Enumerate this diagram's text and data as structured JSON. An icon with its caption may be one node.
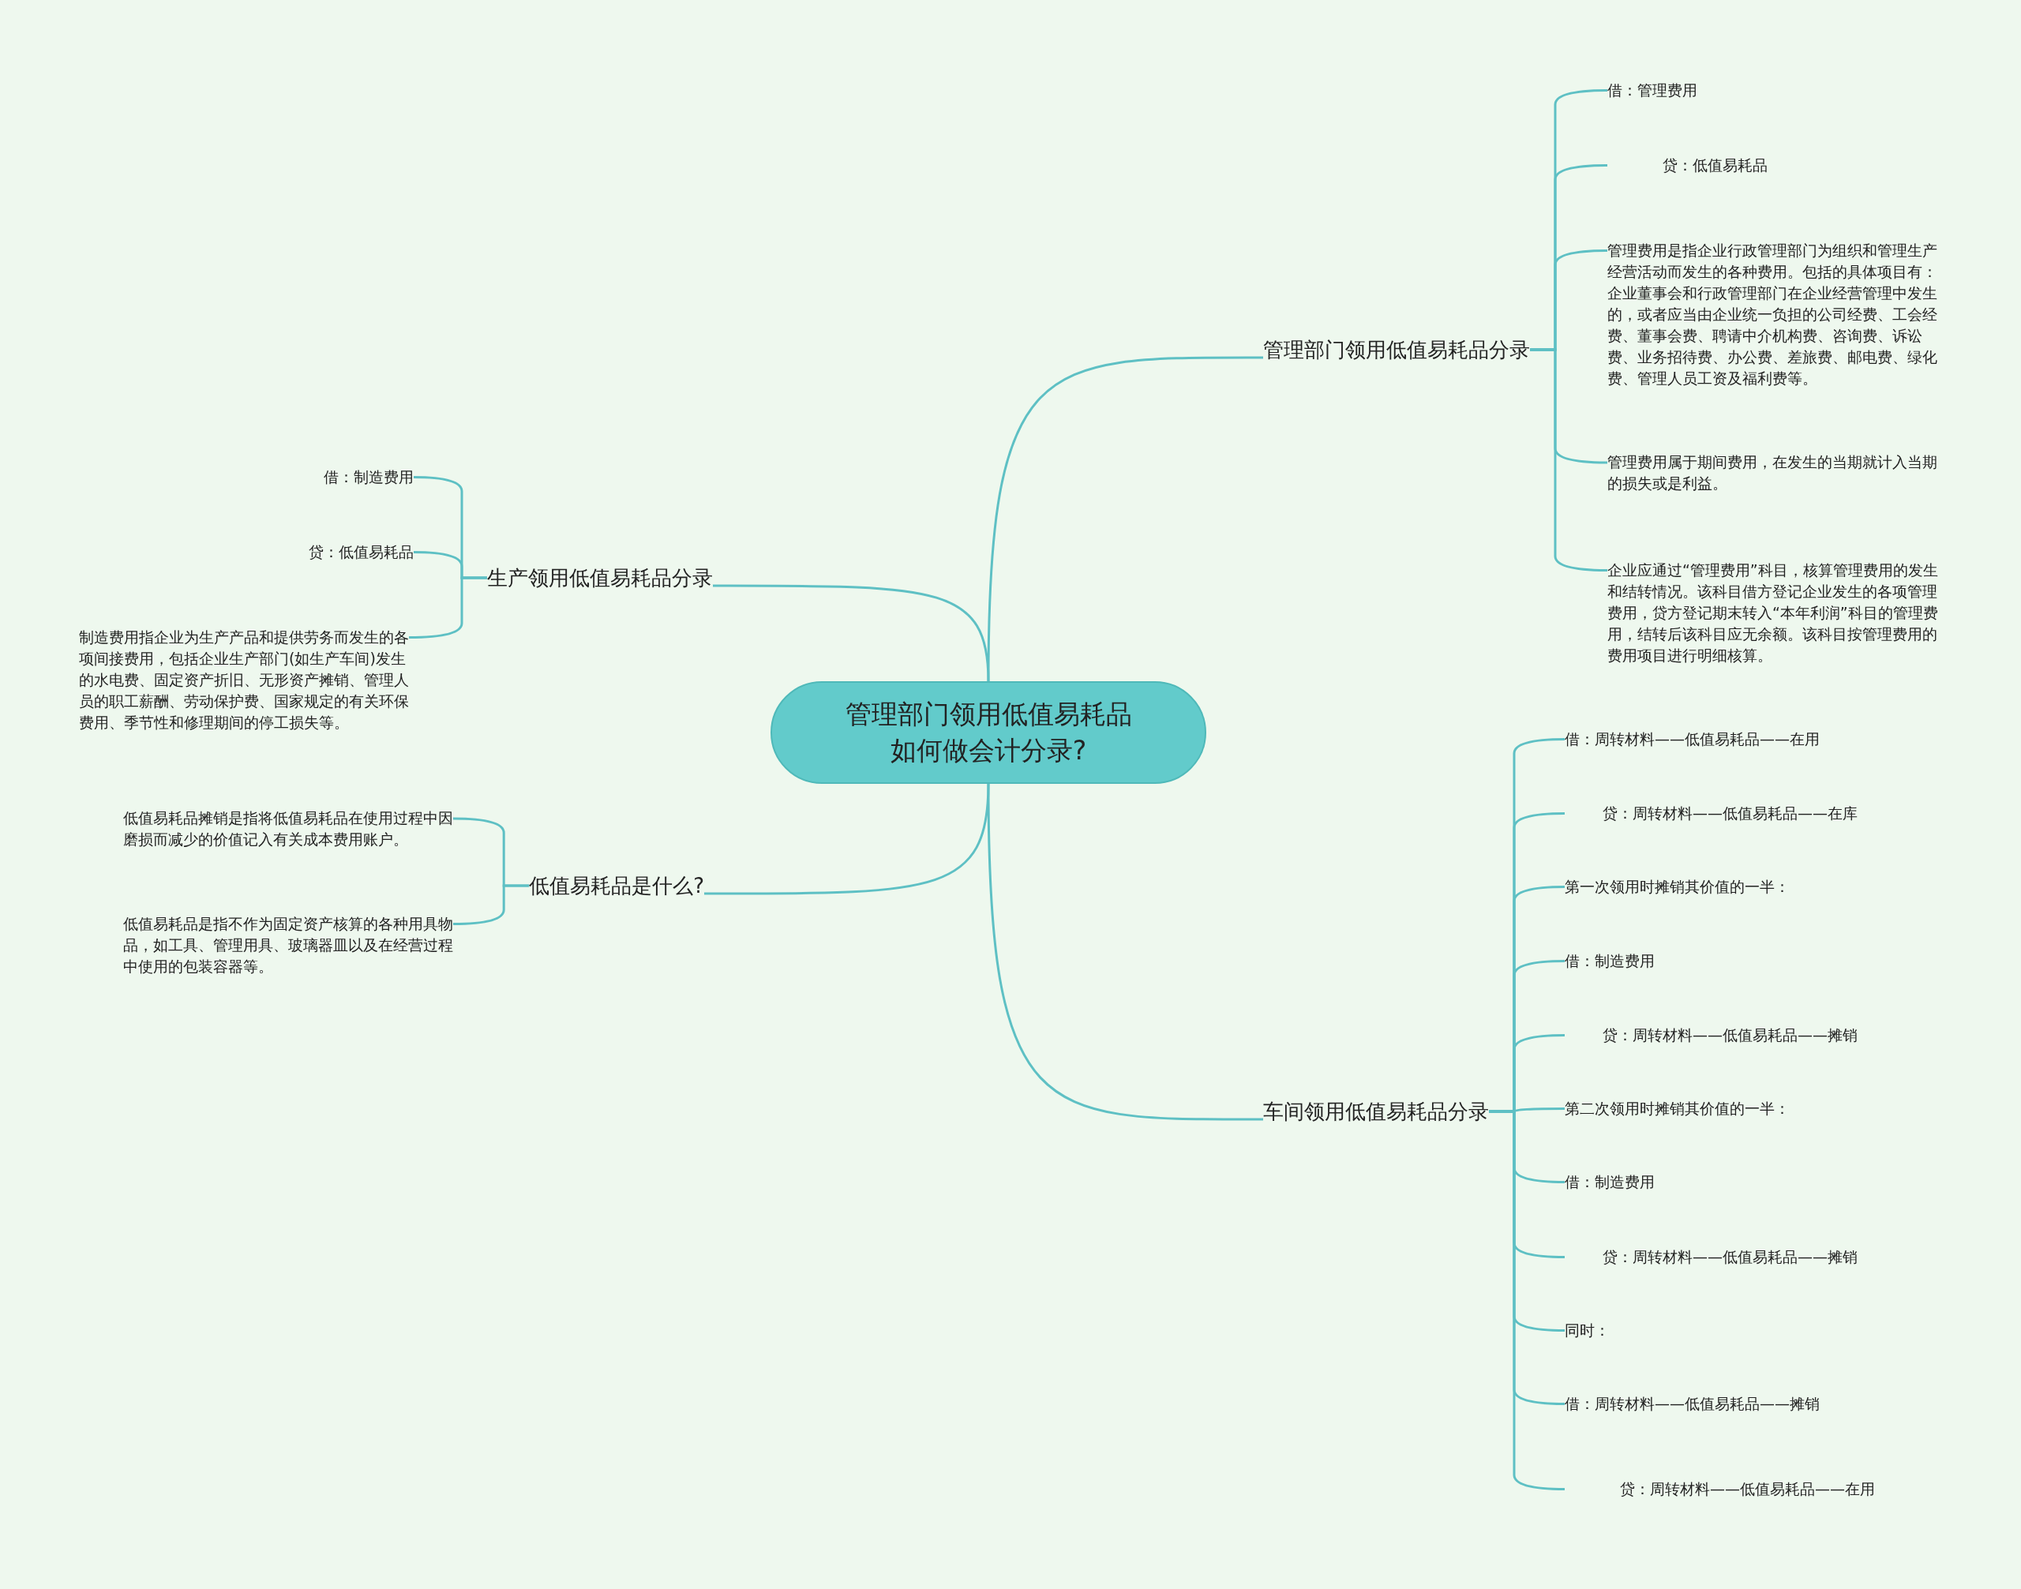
{
  "diagram": {
    "nodes": [
      {
        "text": [
          "管理部门领用低值易耗品如何做会计分录?"
        ]
      },
      {
        "text": [
          "管理部门领用低值易耗品分录"
        ]
      },
      {
        "text": [
          "借：管理费用"
        ]
      },
      {
        "text": [
          "贷：低值易耗品"
        ]
      },
      {
        "text": [
          "管理费用是指企业行政管理部门为组织和管理生产经营活动而发生的各种费用。包括的具体项目有：企业董事会和行政管理部门在企业经营管理中发生的，或者应当由企业统一负担的公司经费、工会经费、董事会费、聘请中介机构费、咨询费、诉讼费、业务招待费、办公费、差旅费、邮电费、绿化费、管理人员工资及福利费等。"
        ]
      },
      {
        "text": [
          "管理费用属于期间费用，在发生的当期就计入当期的损失或是利益。"
        ]
      },
      {
        "text": [
          "企业应通过“管理费用”科目，核算管理费用的发生和结转情况。该科目借方登记企业发生的各项管理费用，贷方登记期末转入“本年利润”科目的管理费用，结转后该科目应无余额。该科目按管理费用的费用项目进行明细核算。"
        ]
      },
      {
        "text": [
          "车间领用低值易耗品分录"
        ]
      },
      {
        "text": [
          "借：周转材料——低值易耗品——在用"
        ]
      },
      {
        "text": [
          "贷：周转材料——低值易耗品——在库"
        ]
      },
      {
        "text": [
          "第一次领用时摊销其价值的一半："
        ]
      },
      {
        "text": [
          "借：制造费用"
        ]
      },
      {
        "text": [
          "贷：周转材料——低值易耗品——摊销"
        ]
      },
      {
        "text": [
          "第二次领用时摊销其价值的一半："
        ]
      },
      {
        "text": [
          "借：制造费用"
        ]
      },
      {
        "text": [
          "贷：周转材料——低值易耗品——摊销"
        ]
      },
      {
        "text": [
          "同时："
        ]
      },
      {
        "text": [
          "借：周转材料——低值易耗品——摊销"
        ]
      },
      {
        "text": [
          "贷：周转材料——低值易耗品——在用"
        ]
      },
      {
        "text": [
          "生产领用低值易耗品分录"
        ]
      },
      {
        "text": [
          "借：制造费用"
        ]
      },
      {
        "text": [
          "贷：低值易耗品"
        ]
      },
      {
        "text": [
          "制造费用指企业为生产产品和提供劳务而发生的各项间接费用，包括企业生产部门(如生产车间)发生的水电费、固定资产折旧、无形资产摊销、管理人员的职工薪酬、劳动保护费、国家规定的有关环保费用、季节性和修理期间的停工损失等。"
        ]
      },
      {
        "text": [
          "低值易耗品是什么?"
        ]
      },
      {
        "text": [
          "低值易耗品摊销是指将低值易耗品在使用过程中因磨损而减少的价值记入有关成本费用账户。"
        ]
      },
      {
        "text": [
          "低值易耗品是指不作为固定资产核算的各种用具物品，如工具、管理用具、玻璃器皿以及在经营过程中使用的包装容器等。"
        ]
      }
    ],
    "edges": [
      {
        "from": 0,
        "to": 1,
        "arrow": "none"
      },
      {
        "from": 1,
        "to": 2,
        "arrow": "none"
      },
      {
        "from": 1,
        "to": 3,
        "arrow": "none"
      },
      {
        "from": 1,
        "to": 4,
        "arrow": "none"
      },
      {
        "from": 1,
        "to": 5,
        "arrow": "none"
      },
      {
        "from": 1,
        "to": 6,
        "arrow": "none"
      },
      {
        "from": 0,
        "to": 7,
        "arrow": "none"
      },
      {
        "from": 7,
        "to": 8,
        "arrow": "none"
      },
      {
        "from": 7,
        "to": 9,
        "arrow": "none"
      },
      {
        "from": 7,
        "to": 10,
        "arrow": "none"
      },
      {
        "from": 7,
        "to": 11,
        "arrow": "none"
      },
      {
        "from": 7,
        "to": 12,
        "arrow": "none"
      },
      {
        "from": 7,
        "to": 13,
        "arrow": "none"
      },
      {
        "from": 7,
        "to": 14,
        "arrow": "none"
      },
      {
        "from": 7,
        "to": 15,
        "arrow": "none"
      },
      {
        "from": 7,
        "to": 16,
        "arrow": "none"
      },
      {
        "from": 7,
        "to": 17,
        "arrow": "none"
      },
      {
        "from": 7,
        "to": 18,
        "arrow": "none"
      },
      {
        "from": 0,
        "to": 19,
        "arrow": "none"
      },
      {
        "from": 19,
        "to": 20,
        "arrow": "none"
      },
      {
        "from": 19,
        "to": 21,
        "arrow": "none"
      },
      {
        "from": 19,
        "to": 22,
        "arrow": "none"
      },
      {
        "from": 0,
        "to": 23,
        "arrow": "none"
      },
      {
        "from": 23,
        "to": 24,
        "arrow": "none"
      },
      {
        "from": 23,
        "to": 25,
        "arrow": "none"
      }
    ]
  }
}
